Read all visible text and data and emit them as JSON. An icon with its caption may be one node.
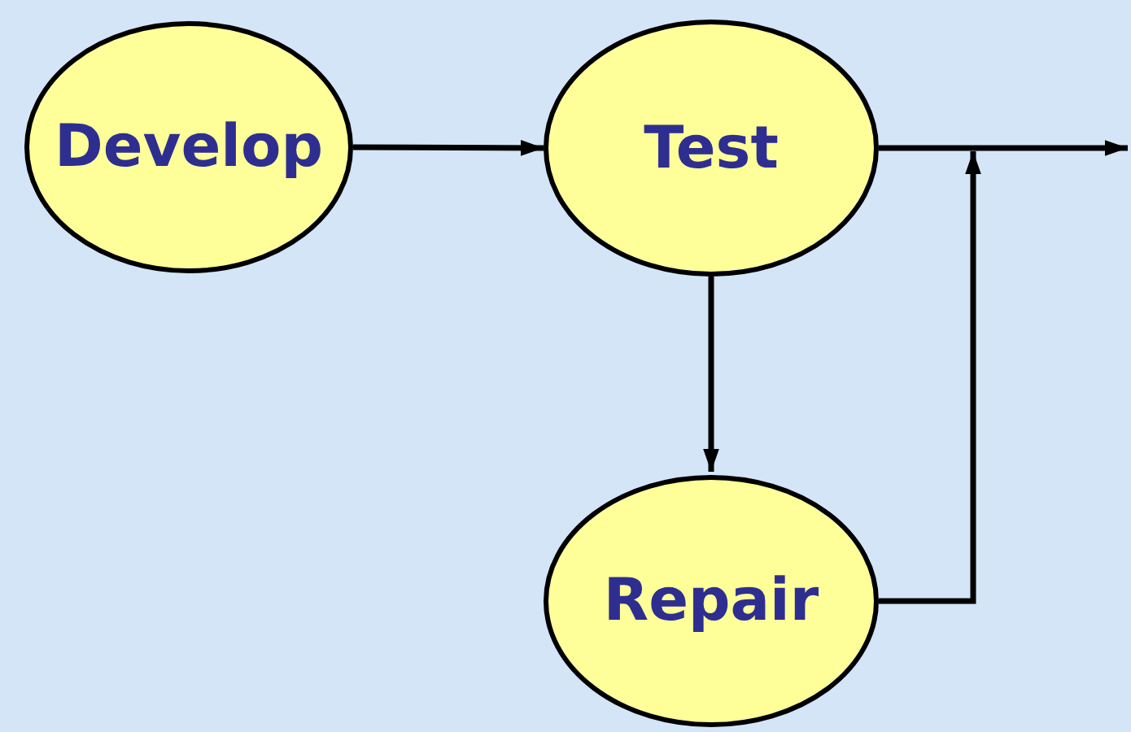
{
  "diagram": {
    "nodes": [
      {
        "text": [
          "Develop"
        ]
      },
      {
        "text": [
          "Test"
        ]
      },
      {
        "text": [
          "Repair"
        ]
      }
    ],
    "edges": [
      {
        "from": 0,
        "to": 1,
        "arrow": "to"
      },
      {
        "from": 1,
        "to": null,
        "arrow": "to"
      },
      {
        "from": 1,
        "to": 2,
        "arrow": "to"
      },
      {
        "from": 2,
        "to": null,
        "arrow": "to"
      }
    ]
  }
}
